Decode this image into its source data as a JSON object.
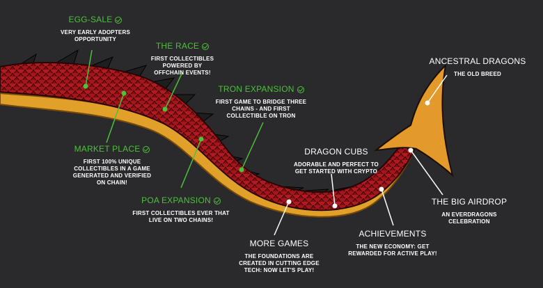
{
  "milestones": [
    {
      "title": "EGG-SALE",
      "done": true,
      "desc": [
        "VERY EARLY ADOPTERS",
        "OPPORTUNITY"
      ]
    },
    {
      "title": "THE RACE",
      "done": true,
      "desc": [
        "FIRST COLLECTIBLES",
        "POWERED BY",
        "OFFCHAIN EVENTS!"
      ]
    },
    {
      "title": "TRON EXPANSION",
      "done": true,
      "desc": [
        "FIRST GAME TO BRIDGE THREE",
        "CHAINS - AND FIRST",
        "COLLECTIBLE ON TRON"
      ]
    },
    {
      "title": "MARKET PLACE",
      "done": true,
      "desc": [
        "FIRST 100% UNIQUE",
        "COLLECTIBLES IN A GAME",
        "GENERATED AND VERIFIED",
        "ON CHAIN!"
      ]
    },
    {
      "title": "POA EXPANSION",
      "done": true,
      "desc": [
        "FIRST COLLECTIBLES EVER THAT",
        "LIVE ON TWO CHAINS!"
      ]
    },
    {
      "title": "DRAGON CUBS",
      "done": false,
      "desc": [
        "ADORABLE AND PERFECT TO",
        "GET STARTED WITH CRYPTO"
      ]
    },
    {
      "title": "ANCESTRAL DRAGONS",
      "done": false,
      "desc": [
        "THE OLD BREED"
      ]
    },
    {
      "title": "THE BIG AIRDROP",
      "done": false,
      "desc": [
        "AN EVERDRAGONS",
        "CELEBRATION"
      ]
    },
    {
      "title": "ACHIEVEMENTS",
      "done": false,
      "desc": [
        "THE NEW ECONOMY: GET",
        "REWARDED FOR ACTIVE PLAY!"
      ]
    },
    {
      "title": "MORE GAMES",
      "done": false,
      "desc": [
        "THE FOUNDATIONS ARE",
        "CREATED IN CUTTING EDGE",
        "TECH: NOW LET'S PLAY!"
      ]
    }
  ],
  "colors": {
    "background": "#2a2a2c",
    "done_accent": "#4cc23a",
    "scales": "#a3161b",
    "belly": "#e0a02a",
    "spikes": "#1e1e1e",
    "tail_fin": "#e39a2a"
  }
}
